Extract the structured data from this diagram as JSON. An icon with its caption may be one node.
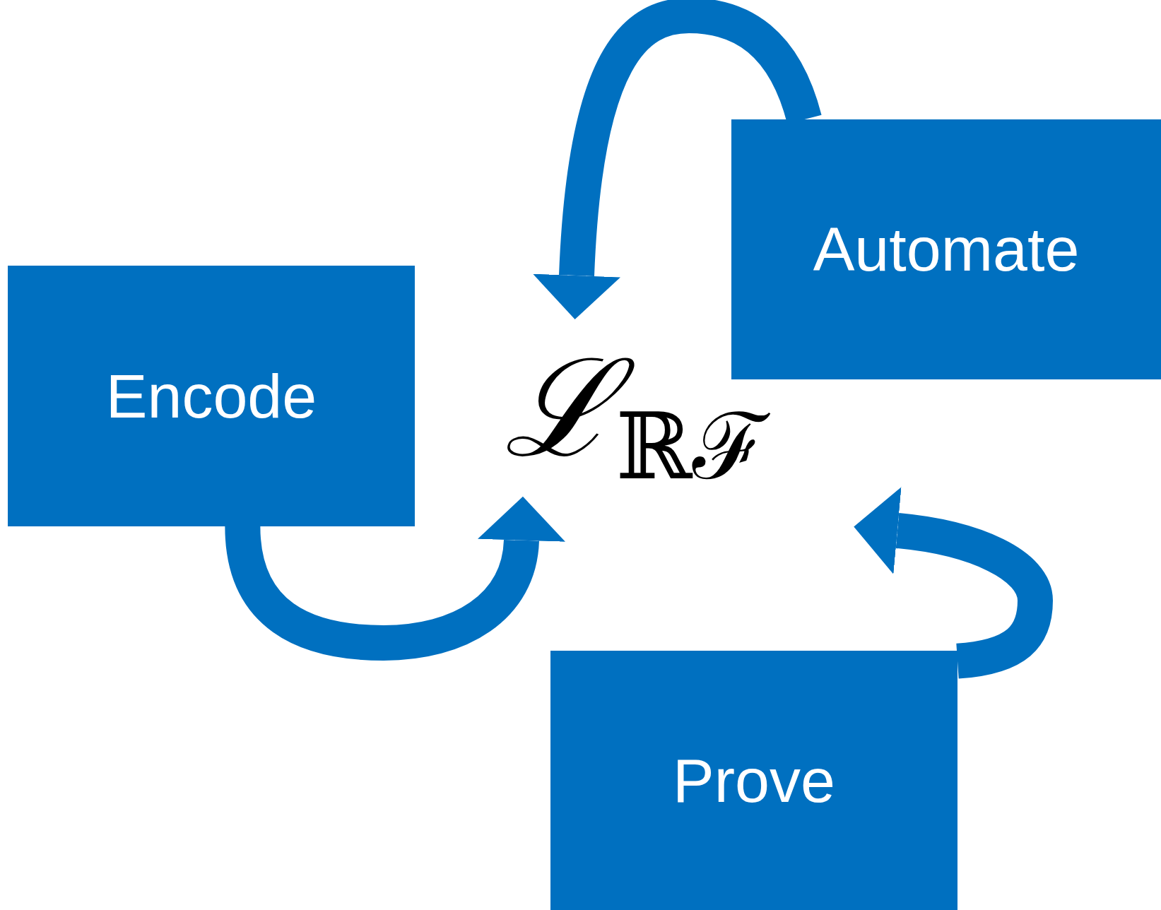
{
  "diagram": {
    "nodes": [
      {
        "text": [
          "Encode"
        ]
      },
      {
        "text": [
          "Automate"
        ]
      },
      {
        "text": [
          "Prove"
        ]
      },
      {
        "text": [
          "ℒ$_{ℝ}$$_{ℱ}$"
        ]
      }
    ],
    "edges": [
      {
        "from": 0,
        "to": 3,
        "arrow": "to"
      },
      {
        "from": 1,
        "to": 3,
        "arrow": "to"
      },
      {
        "from": 2,
        "to": 3,
        "arrow": "to"
      }
    ]
  }
}
